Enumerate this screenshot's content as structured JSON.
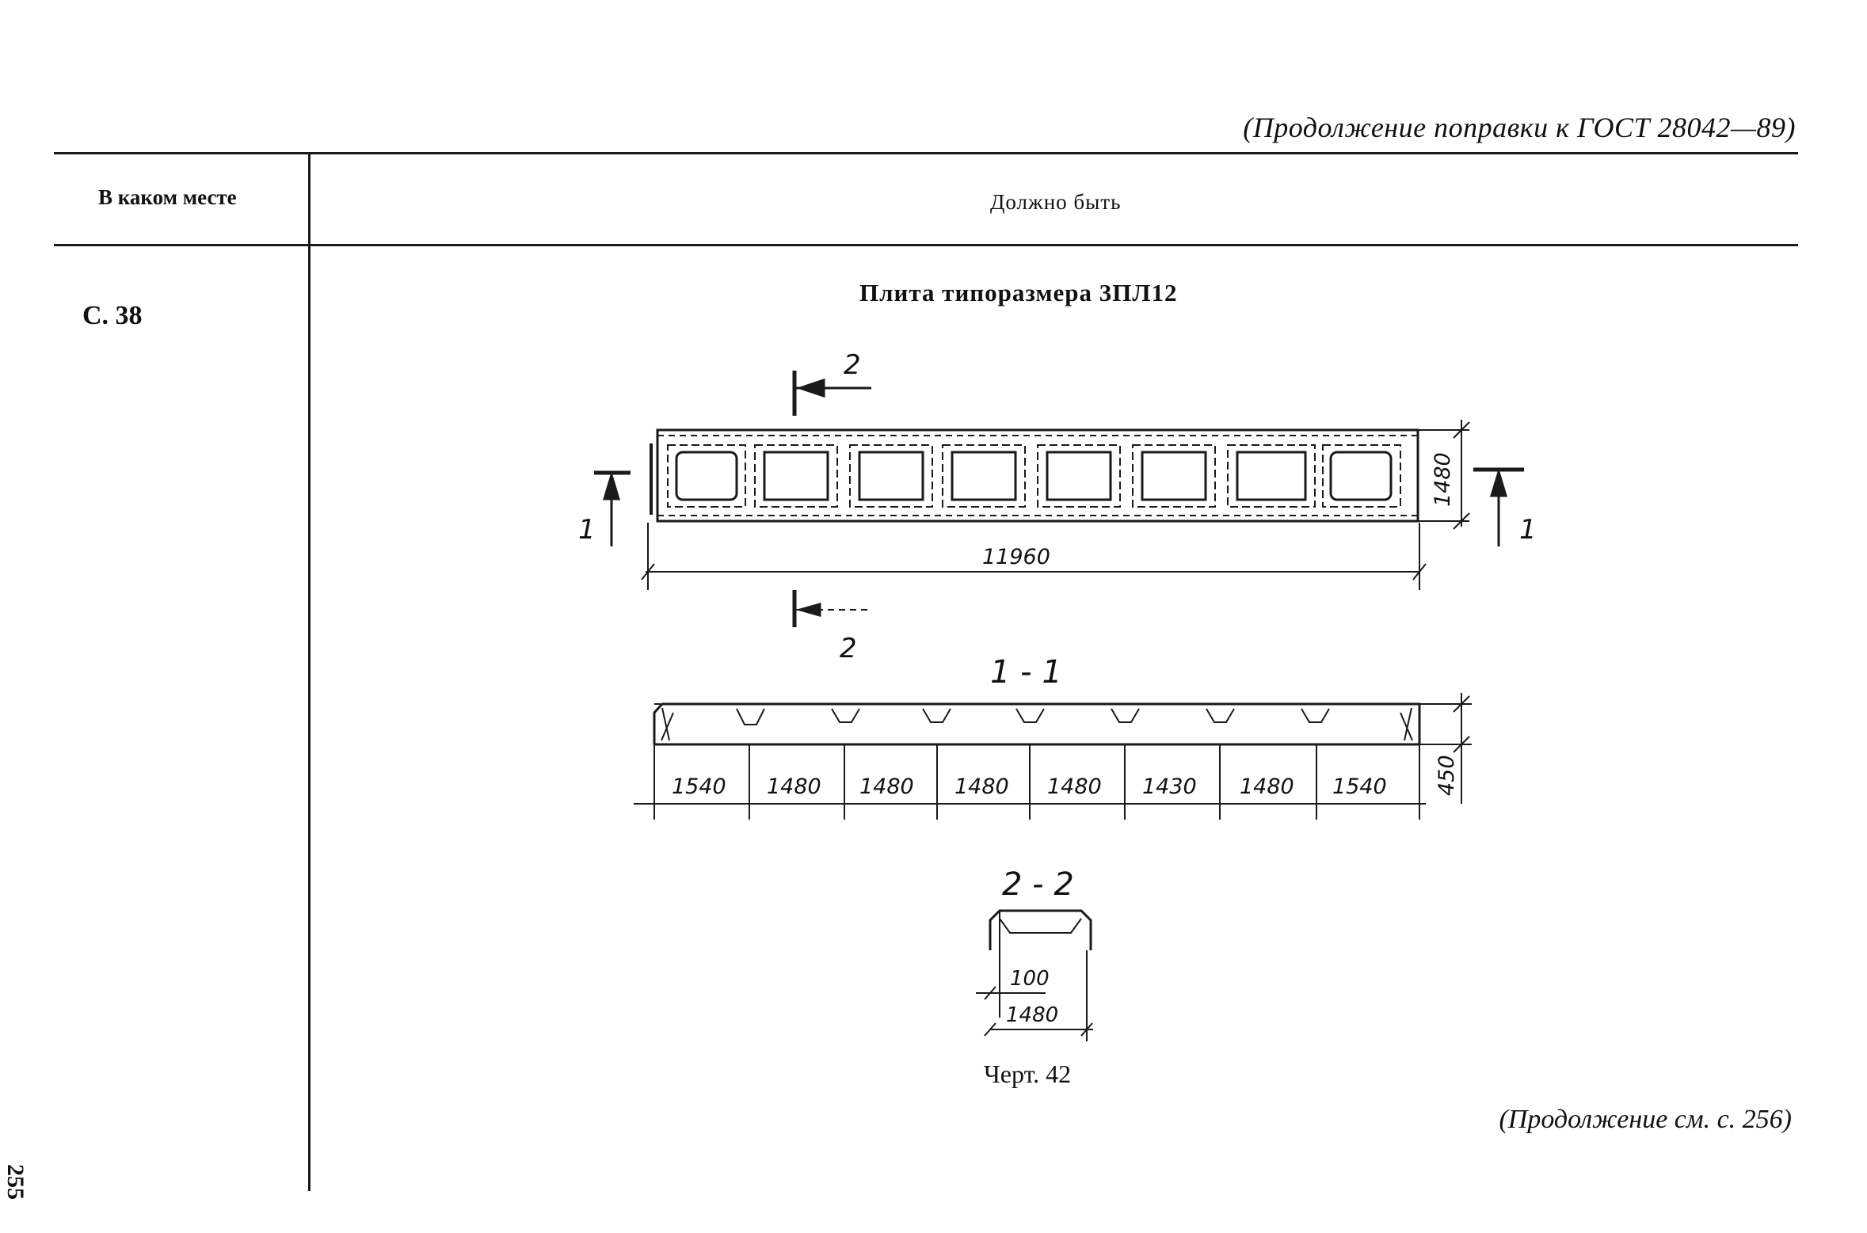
{
  "header": {
    "continuation_note": "(Продолжение поправки к ГОСТ 28042—89)"
  },
  "table": {
    "col_where": "В каком месте",
    "col_should_be": "Должно быть",
    "row_ref": "С. 38"
  },
  "drawing": {
    "title": "Плита типоразмера 3ПЛ12",
    "plan": {
      "section_mark_top": "2",
      "section_mark_bottom": "2",
      "section_mark_left": "1",
      "section_mark_right": "1",
      "length": "11960",
      "width": "1480"
    },
    "section_1_1": {
      "label": "1 - 1",
      "spans": [
        "1540",
        "1480",
        "1480",
        "1480",
        "1480",
        "1430",
        "1480",
        "1540"
      ],
      "height": "450"
    },
    "section_2_2": {
      "label": "2 - 2",
      "rib": "100",
      "width": "1480"
    },
    "caption": "Черт. 42"
  },
  "footer": {
    "continuation": "(Продолжение см. с. 256)",
    "page_number": "255"
  }
}
